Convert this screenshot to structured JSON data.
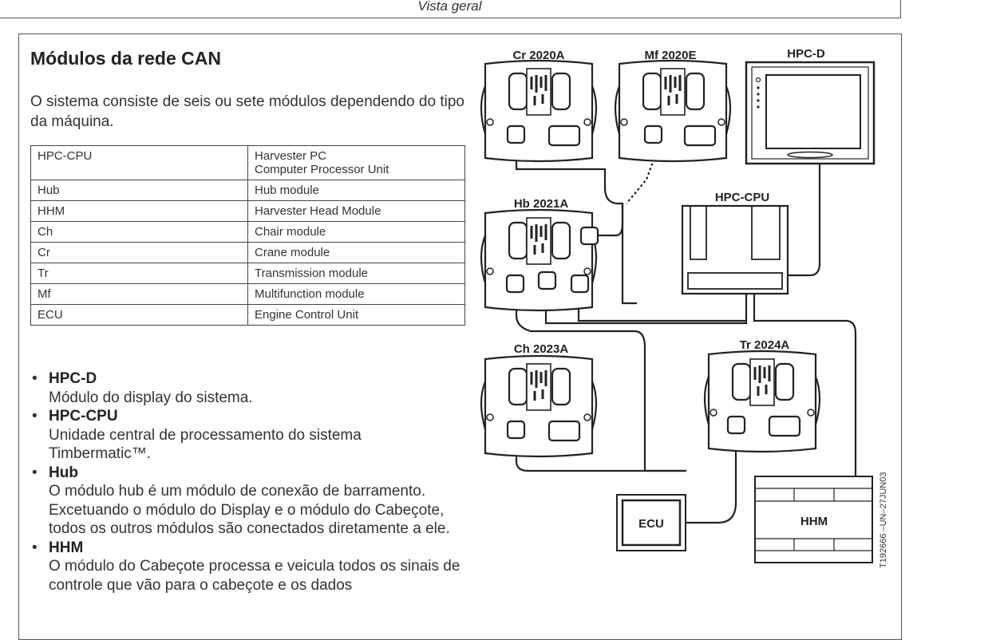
{
  "header": {
    "caption": "Vista geral"
  },
  "section": {
    "title": "Módulos da rede CAN",
    "intro": "O sistema consiste de seis ou sete módulos dependendo do tipo da máquina."
  },
  "table": {
    "rows": [
      {
        "abbr": "HPC-CPU",
        "desc": "Harvester PC\nComputer Processor Unit"
      },
      {
        "abbr": "Hub",
        "desc": "Hub module"
      },
      {
        "abbr": "HHM",
        "desc": "Harvester Head Module"
      },
      {
        "abbr": "Ch",
        "desc": "Chair module"
      },
      {
        "abbr": "Cr",
        "desc": "Crane module"
      },
      {
        "abbr": "Tr",
        "desc": "Transmission module"
      },
      {
        "abbr": "Mf",
        "desc": "Multifunction module"
      },
      {
        "abbr": "ECU",
        "desc": "Engine Control Unit"
      }
    ]
  },
  "bullets": [
    {
      "title": "HPC-D",
      "desc": "Módulo do display do sistema."
    },
    {
      "title": "HPC-CPU",
      "desc": "Unidade central de processamento do sistema Timbermatic™."
    },
    {
      "title": "Hub",
      "desc": "O módulo hub é um módulo de conexão de barramento. Excetuando o módulo do Display e o módulo do Cabeçote, todos os outros módulos são conectados diretamente a ele."
    },
    {
      "title": "HHM",
      "desc": "O módulo do Cabeçote processa e veicula todos os sinais de controle que vão para o cabeçote e os dados"
    }
  ],
  "diagram": {
    "labels": {
      "cr": "Cr 2020A",
      "mf": "Mf 2020E",
      "hpcd": "HPC-D",
      "hb": "Hb 2021A",
      "hpccpu": "HPC-CPU",
      "ch": "Ch 2023A",
      "tr": "Tr 2024A",
      "ecu": "ECU",
      "hhm": "HHM"
    },
    "figure_id": "T192666 –UN–27JUN03"
  }
}
